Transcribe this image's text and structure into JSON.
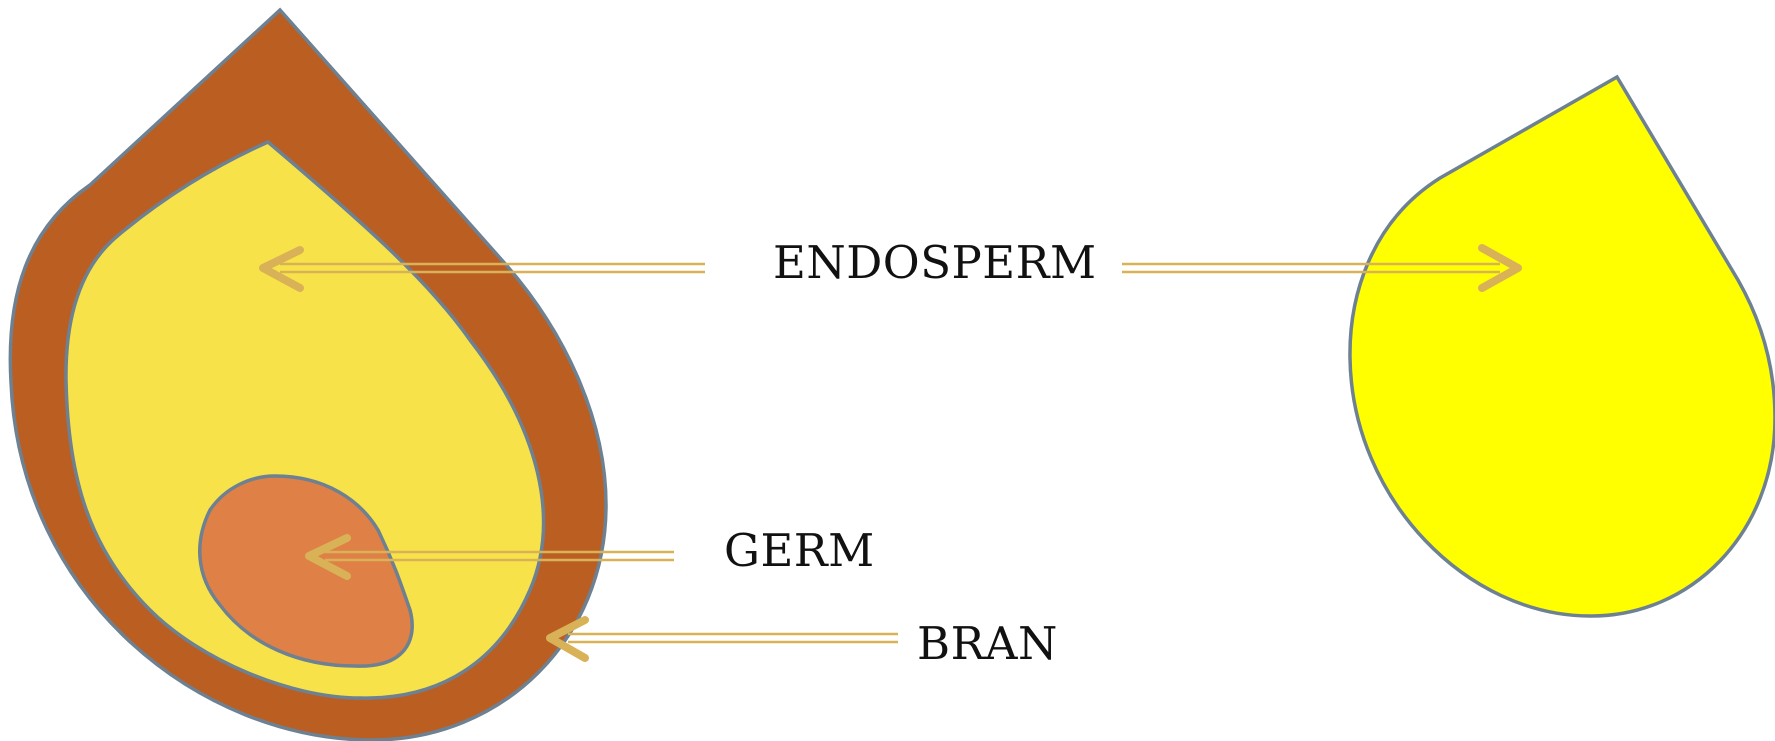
{
  "labels": {
    "endosperm": "ENDOSPERM",
    "germ": "GERM",
    "bran": "BRAN"
  },
  "colors": {
    "bran": "#bb5e22",
    "endosperm_whole_grain": "#f8e24a",
    "germ": "#df8046",
    "endosperm_refined_grain": "#ffff00",
    "outline": "#6d8192",
    "arrow": "#d9b257"
  }
}
